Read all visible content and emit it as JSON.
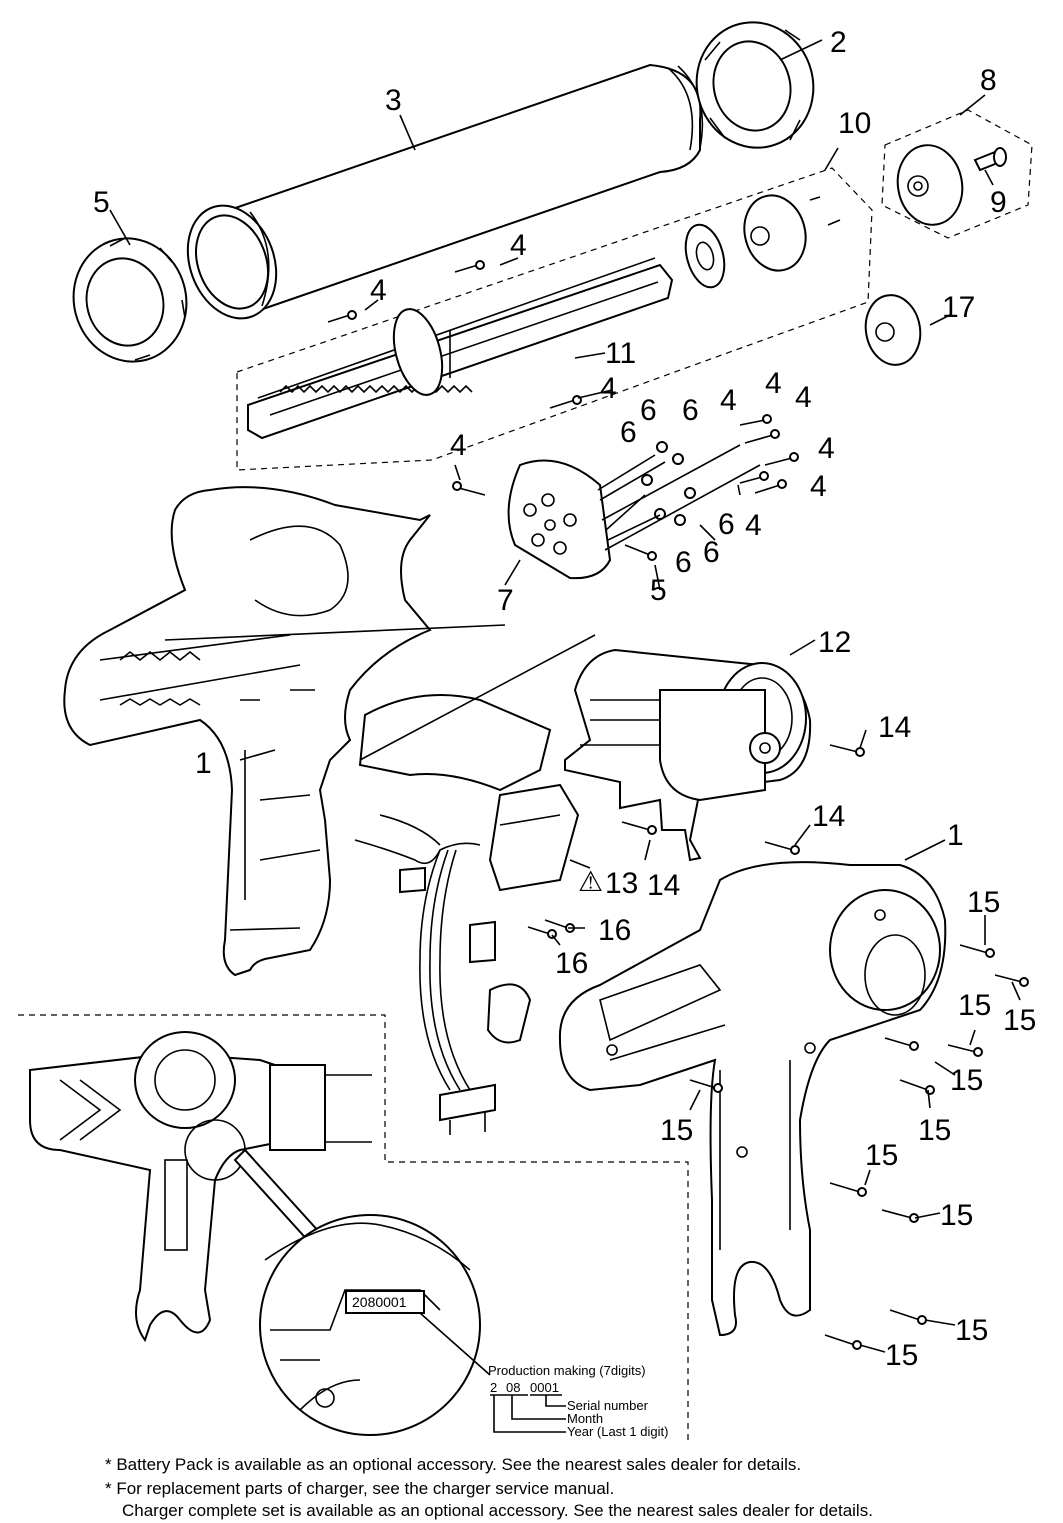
{
  "callouts": [
    "1",
    "1",
    "2",
    "3",
    "4",
    "4",
    "4",
    "4",
    "4",
    "4",
    "4",
    "4",
    "4",
    "4",
    "5",
    "6",
    "6",
    "6",
    "6",
    "6",
    "6",
    "7",
    "8",
    "9",
    "10",
    "11",
    "12",
    "13",
    "14",
    "14",
    "14",
    "15",
    "15",
    "15",
    "15",
    "15",
    "15",
    "15",
    "15",
    "15",
    "15",
    "15",
    "16",
    "16",
    "17"
  ],
  "warning_symbol": "⚠",
  "serial_detail": {
    "stamp": "2080001",
    "title": "Production making (7digits)",
    "code_year": "2",
    "code_month": "08",
    "code_serial": "0001",
    "label_serial": "Serial number",
    "label_month": "Month",
    "label_year": "Year (Last 1 digit)"
  },
  "footnotes": {
    "note1": "*  Battery Pack is available as an optional accessory.  See the nearest sales dealer for details.",
    "note2": "*  For replacement parts of charger, see the charger service manual.",
    "note3": "Charger complete set is available as an optional accessory.  See the nearest sales dealer for details."
  }
}
